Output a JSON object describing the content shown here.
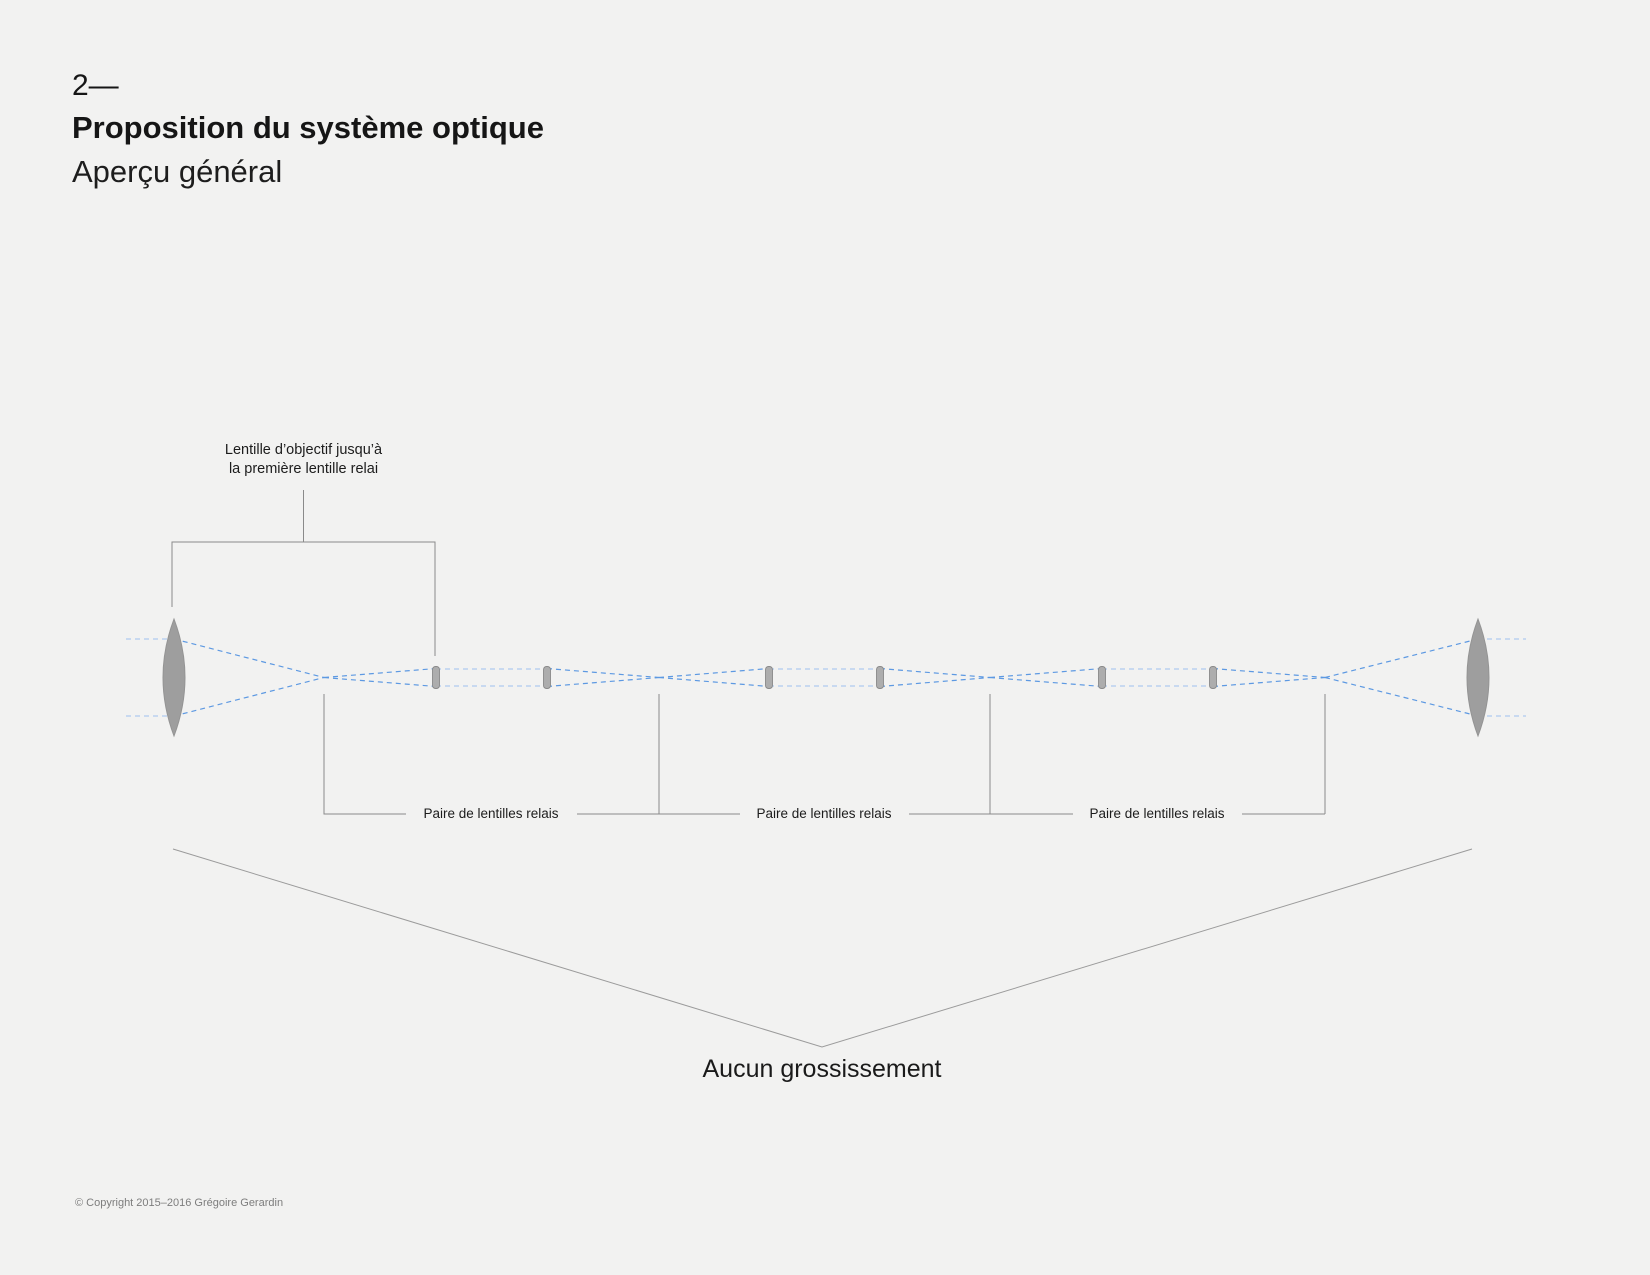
{
  "slide": {
    "section_number": "2—",
    "title": "Proposition du système optique",
    "subtitle": "Aperçu général",
    "copyright": "© Copyright 2015–2016 Grégoire Gerardin"
  },
  "diagram": {
    "objective_label_line1": "Lentille d’objectif jusqu’à",
    "objective_label_line2": "la première lentille relai",
    "relay_labels": [
      "Paire de lentilles relais",
      "Paire de lentilles relais",
      "Paire de lentilles relais"
    ],
    "magnification_label": "Aucun grossissement",
    "colors": {
      "background": "#f2f2f1",
      "ray_main": "#5d99e2",
      "ray_pale": "#aecaf0",
      "lens_fill": "#9e9e9e",
      "connector": "#8a8a8a",
      "chevron": "#9b9b9b",
      "text": "#1c1c1c",
      "muted_text": "#7d7d7d"
    }
  }
}
